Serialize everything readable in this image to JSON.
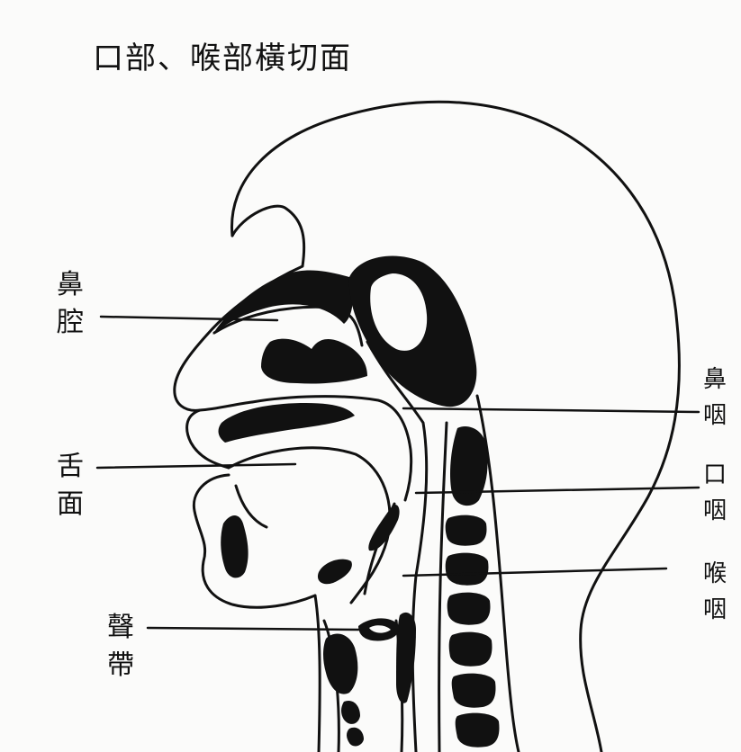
{
  "diagram": {
    "title": "口部、喉部橫切面",
    "labels": {
      "nasal_cavity": "鼻腔",
      "tongue_surface": "舌面",
      "vocal_cords": "聲帶",
      "nasopharynx": "鼻咽",
      "oropharynx": "口咽",
      "laryngopharynx": "喉咽"
    }
  },
  "colors": {
    "ink": "#111111",
    "paper": "#fbfbfa"
  }
}
